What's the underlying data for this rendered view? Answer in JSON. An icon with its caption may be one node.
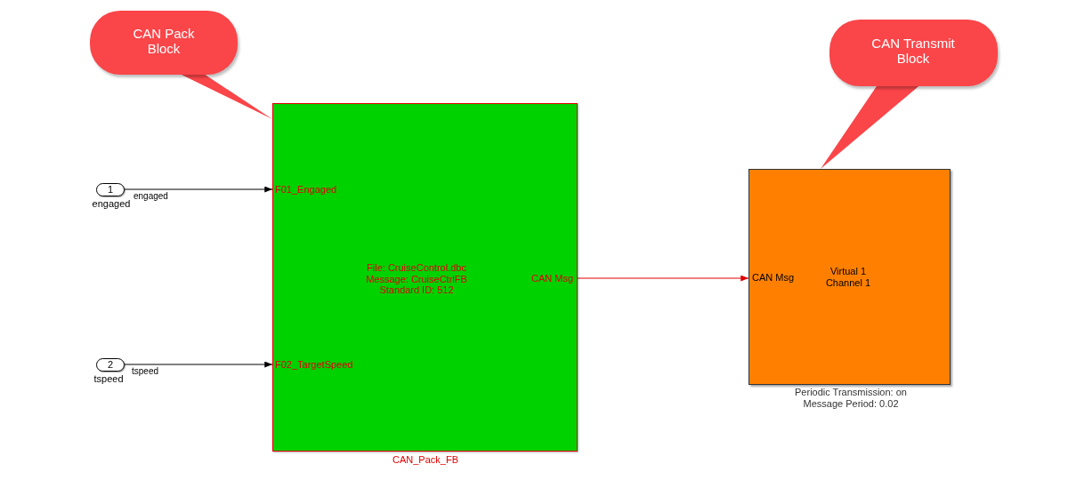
{
  "diagram": {
    "nodes": [
      {
        "text": [
          "1"
        ],
        "beside": [
          "engaged"
        ]
      },
      {
        "text": [
          "2"
        ],
        "beside": [
          "tspeed"
        ]
      },
      {
        "text": [
          "F01_Engaged",
          "File: CruiseControl.dbc Message: CruiseCtrlFB Standard ID: 512",
          "CAN Msg",
          "F02_TargetSpeed"
        ],
        "beside": [
          "CAN_Pack_FB"
        ]
      },
      {
        "text": [
          "CAN Msg",
          "Virtual 1 Channel 1"
        ],
        "beside": [
          "Periodic Transmission: on Message Period: 0.02"
        ]
      },
      {
        "text": [
          "CAN Pack Block"
        ]
      },
      {
        "text": [
          "CAN Transmit Block"
        ]
      }
    ],
    "edges": [
      {
        "from": 0,
        "to": 2,
        "arrow": "to",
        "label": "engaged"
      },
      {
        "from": 1,
        "to": 2,
        "arrow": "to",
        "label": "tspeed"
      },
      {
        "from": 2,
        "to": 3,
        "arrow": "to",
        "color": "#e00000"
      },
      {
        "from": 4,
        "to": 2,
        "arrow": "none",
        "style": "thick",
        "color": "#fa4549"
      },
      {
        "from": 5,
        "to": 3,
        "arrow": "none",
        "style": "thick",
        "color": "#fa4549"
      }
    ]
  }
}
